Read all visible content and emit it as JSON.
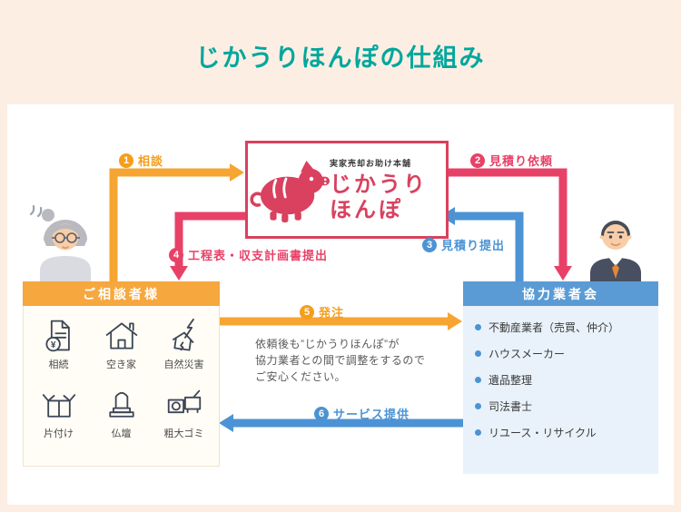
{
  "colors": {
    "background": "#fdeee3",
    "panel": "#ffffff",
    "title": "#00a79d",
    "orange": "#f59e1b",
    "red": "#e84168",
    "blue": "#4b93d4",
    "consulter_header": "#f6a73e",
    "partners_header": "#5b9bd5",
    "partners_body": "#e9f2fa",
    "logo_red": "#d9415e"
  },
  "page": {
    "title": "じかうりほんぽの仕組み"
  },
  "logo": {
    "tagline": "実家売却お助け本舗",
    "name_line1": "じかうり",
    "name_line2": "ほんぽ",
    "mascot": "boar-mascot-icon"
  },
  "flows": [
    {
      "num": "1",
      "label": "相談"
    },
    {
      "num": "2",
      "label": "見積り依頼"
    },
    {
      "num": "3",
      "label": "見積り提出"
    },
    {
      "num": "4",
      "label": "工程表・収支計画書提出"
    },
    {
      "num": "5",
      "label": "発注"
    },
    {
      "num": "6",
      "label": "サービス提供"
    }
  ],
  "note": {
    "line1": "依頼後も”じかうりほんぽ”が",
    "line2": "協力業者との間で調整をするので",
    "line3": "ご安心ください。"
  },
  "consulter": {
    "header": "ご相談者様",
    "icon_yen_glyph": "¥",
    "items": [
      {
        "label": "相続",
        "icon": "inheritance-document-icon"
      },
      {
        "label": "空き家",
        "icon": "vacant-house-icon"
      },
      {
        "label": "自然災害",
        "icon": "natural-disaster-icon"
      },
      {
        "label": "片付け",
        "icon": "cleanup-box-icon"
      },
      {
        "label": "仏壇",
        "icon": "buddhist-altar-icon"
      },
      {
        "label": "粗大ゴミ",
        "icon": "bulky-waste-icon"
      }
    ]
  },
  "partners": {
    "header": "協力業者会",
    "items": [
      {
        "label": "不動産業者（売買、仲介）"
      },
      {
        "label": "ハウスメーカー"
      },
      {
        "label": "遺品整理"
      },
      {
        "label": "司法書士"
      },
      {
        "label": "リユース・リサイクル"
      }
    ]
  }
}
